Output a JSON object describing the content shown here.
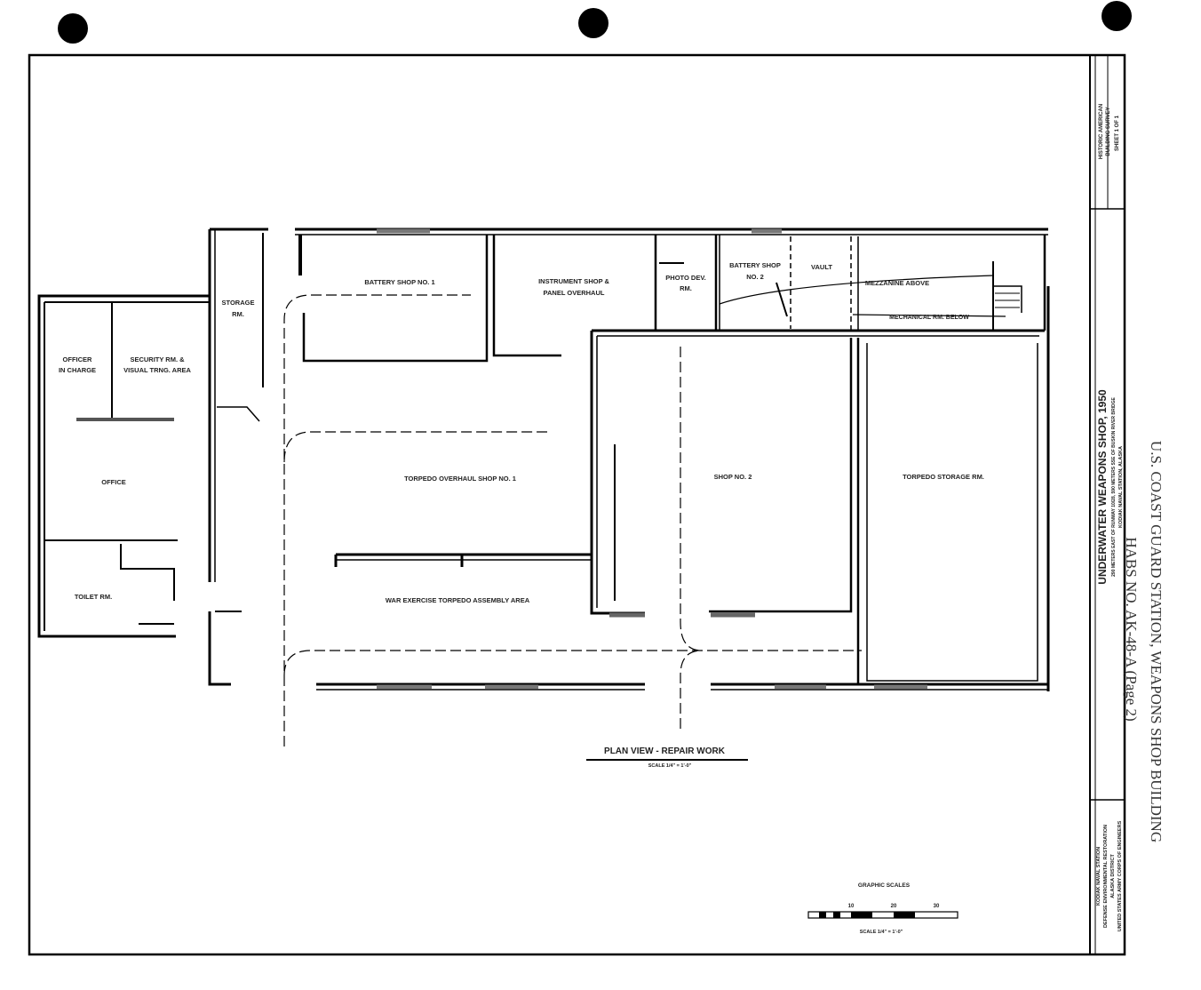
{
  "drawing": {
    "title": "PLAN VIEW - REPAIR WORK",
    "scale_note": "SCALE 1/4\" = 1'-0\"",
    "graphic_scales_title": "GRAPHIC SCALES",
    "graphic_scale_ticks": [
      "10",
      "20",
      "30"
    ],
    "graphic_scale_note": "SCALE 1/4\" = 1'-0\""
  },
  "rooms": {
    "storage": [
      "STORAGE",
      "RM."
    ],
    "battery_shop_1": "BATTERY SHOP NO. 1",
    "instrument_shop": [
      "INSTRUMENT SHOP &",
      "PANEL OVERHAUL"
    ],
    "photo_dev": [
      "PHOTO DEV.",
      "RM."
    ],
    "battery_shop_2": [
      "BATTERY SHOP",
      "NO. 2"
    ],
    "vault": "VAULT",
    "mezzanine": "MEZZANINE ABOVE",
    "mechanical": "MECHANICAL RM. BELOW",
    "officer": [
      "OFFICER",
      "IN CHARGE"
    ],
    "security": [
      "SECURITY RM. &",
      "VISUAL TRNG. AREA"
    ],
    "office": "OFFICE",
    "toilet": "TOILET RM.",
    "torpedo_overhaul": "TORPEDO OVERHAUL SHOP NO. 1",
    "shop_2": "SHOP NO. 2",
    "torpedo_storage": "TORPEDO STORAGE RM.",
    "war_exercise": "WAR EXERCISE TORPEDO ASSEMBLY AREA"
  },
  "title_block": {
    "survey": [
      "HISTORIC AMERICAN",
      "BUILDING SURVEY"
    ],
    "sheet": "SHEET 1 OF 1",
    "building_name": "UNDERWATER WEAPONS SHOP, 1950",
    "location_1": "290 METERS EAST OF RUNWAY 10/28, 590 METERS SSE OF BUSKIN RIVER BRIDGE",
    "location_2": "KODIAK NAVAL STATION, ALASKA",
    "agency_1": [
      "KODIAK NAVAL STATION",
      "DEFENSE ENVIRONMENTAL RESTORATION"
    ],
    "agency_2": [
      "ALASKA DISTRICT",
      "UNITED STATES ARMY CORPS OF ENGINEERS"
    ]
  },
  "margin": {
    "line1": "U.S. COAST GUARD STATION, WEAPONS SHOP BUILDING",
    "line2": "HABS NO. AK-48-A (Page 2)"
  }
}
